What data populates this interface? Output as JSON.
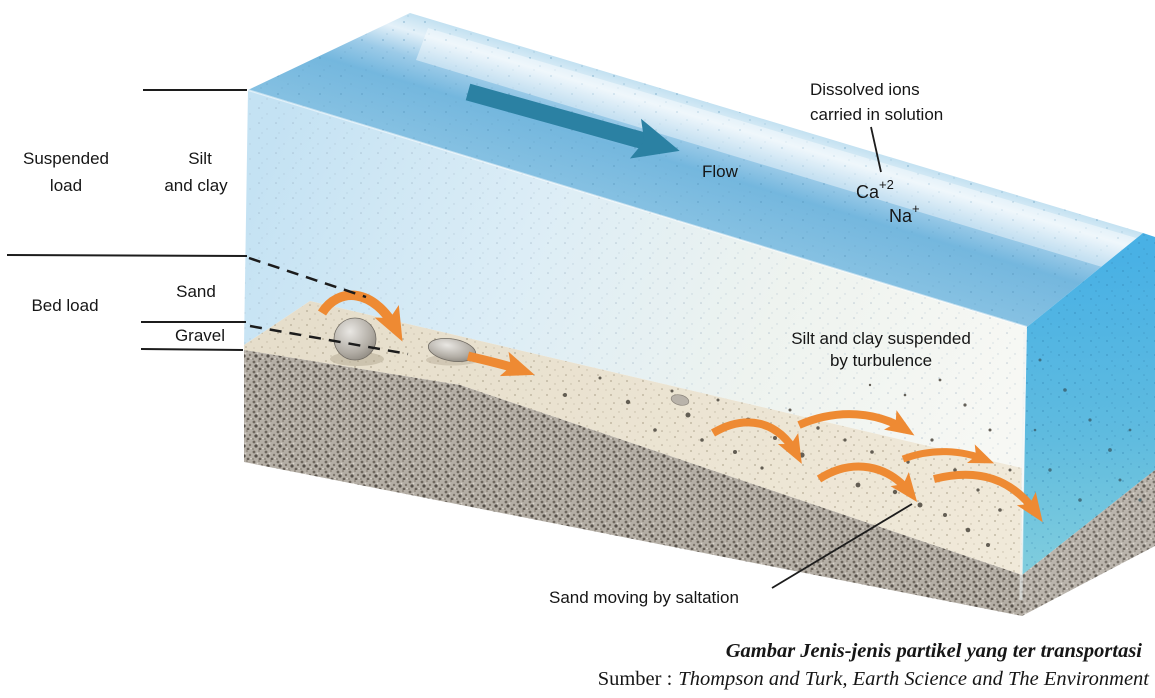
{
  "figure": {
    "legend_left": {
      "suspended_load": [
        "Suspended",
        "load"
      ],
      "silt_and_clay": [
        "Silt",
        "and clay"
      ],
      "bed_load": "Bed load",
      "sand": "Sand",
      "gravel": "Gravel"
    },
    "annotations": {
      "flow": "Flow",
      "dissolved_ions": [
        "Dissolved ions",
        "carried in solution"
      ],
      "ion_calcium": {
        "symbol": "Ca",
        "charge": "+2"
      },
      "ion_sodium": {
        "symbol": "Na",
        "charge": "+"
      },
      "turbulence": [
        "Silt and clay suspended",
        "by turbulence"
      ],
      "saltation": "Sand moving by saltation"
    },
    "colors": {
      "water_top": "#74B7DE",
      "water_front": "#CFE7F5",
      "water_side": "#4FB3E6",
      "flow_arrow": "#2B81A3",
      "transport_arrow": "#EE8A33",
      "sand_bed": "#EBE3D1",
      "gravel": "#B5AFA6",
      "text": "#161616"
    }
  },
  "caption": {
    "title": "Gambar Jenis-jenis partikel yang ter transportasi",
    "source_label": "Sumber :",
    "source_text": "Thompson and Turk, Earth Science and The Environment"
  }
}
